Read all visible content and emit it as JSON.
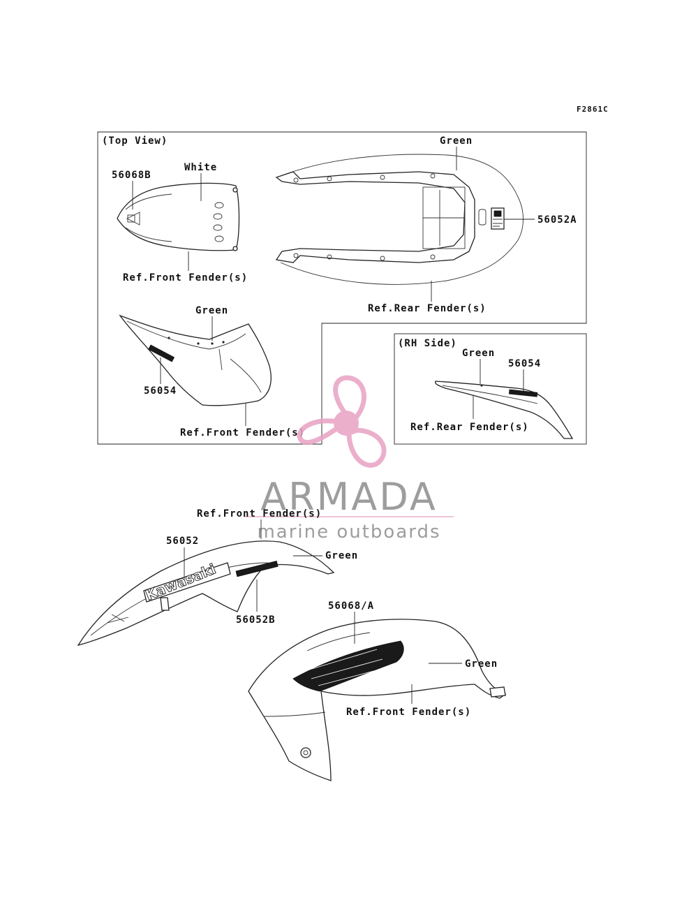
{
  "figure_code": "F2861C",
  "top_panel": {
    "title": "(Top View)",
    "labels": {
      "part_56068B": "56068B",
      "white": "White",
      "ref_front_fender_1": "Ref.Front Fender(s)",
      "green_rear": "Green",
      "part_56052A": "56052A",
      "ref_rear_fender": "Ref.Rear Fender(s)",
      "green_front": "Green",
      "part_56054": "56054",
      "ref_front_fender_2": "Ref.Front Fender(s)"
    }
  },
  "rh_panel": {
    "title": "(RH Side)",
    "labels": {
      "green": "Green",
      "part_56054": "56054",
      "ref_rear_fender": "Ref.Rear Fender(s)"
    }
  },
  "lower": {
    "labels": {
      "ref_front_fender_top": "Ref.Front Fender(s)",
      "part_56052": "56052",
      "green_1": "Green",
      "part_56052B": "56052B",
      "part_56068A": "56068/A",
      "green_2": "Green",
      "ref_front_fender_bottom": "Ref.Front Fender(s)"
    },
    "decal_text": "Kawasaki"
  },
  "watermark": {
    "brand": "ARMADA",
    "tagline": "marine outboards",
    "colors": {
      "accent": "#e8a2c4",
      "text": "#8c8c8c"
    }
  }
}
